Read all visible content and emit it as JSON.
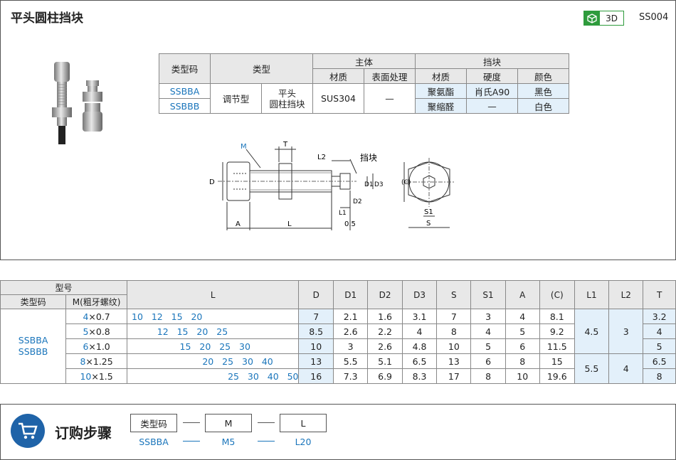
{
  "header": {
    "title": "平头圆柱挡块",
    "badge_3d": "3D",
    "code": "SS004"
  },
  "spec_table": {
    "h_typecode": "类型码",
    "h_type": "类型",
    "h_body": "主体",
    "h_stopper": "挡块",
    "h_material": "材质",
    "h_surface": "表面处理",
    "h_stopper_material": "材质",
    "h_hardness": "硬度",
    "h_color": "颜色",
    "type_adjust": "调节型",
    "type_desc": "平头\n圆柱挡块",
    "body_material": "SUS304",
    "surface": "—",
    "rows": [
      {
        "code": "SSBBA",
        "stopper_material": "聚氨酯",
        "hardness": "肖氏A90",
        "color": "黑色"
      },
      {
        "code": "SSBBB",
        "stopper_material": "聚缩醛",
        "hardness": "—",
        "color": "白色"
      }
    ]
  },
  "drawing_labels": {
    "m": "M",
    "t": "T",
    "l2": "L2",
    "stopper": "挡块",
    "d": "D",
    "d1": "D1",
    "d2": "D2",
    "d3": "D3",
    "l1": "L1",
    "a": "A",
    "l": "L",
    "half": "0.5",
    "c": "(C)",
    "s1": "S1",
    "s": "S"
  },
  "dim_table": {
    "h_model": "型号",
    "h_typecode": "类型码",
    "h_m": "M(粗牙螺纹)",
    "h_l": "L",
    "h_cols": [
      "D",
      "D1",
      "D2",
      "D3",
      "S",
      "S1",
      "A",
      "(C)",
      "L1",
      "L2",
      "T"
    ],
    "typecodes": "SSBBA\nSSBBB",
    "rows": [
      {
        "m": "4",
        "pitch": "×0.7",
        "l": "10   12   15   20",
        "D": "7",
        "D1": "2.1",
        "D2": "1.6",
        "D3": "3.1",
        "S": "7",
        "S1": "3",
        "A": "4",
        "C": "8.1",
        "T": "3.2"
      },
      {
        "m": "5",
        "pitch": "×0.8",
        "l": "         12   15   20   25",
        "D": "8.5",
        "D1": "2.6",
        "D2": "2.2",
        "D3": "4",
        "S": "8",
        "S1": "4",
        "A": "5",
        "C": "9.2",
        "T": "4"
      },
      {
        "m": "6",
        "pitch": "×1.0",
        "l": "                 15   20   25   30",
        "D": "10",
        "D1": "3",
        "D2": "2.6",
        "D3": "4.8",
        "S": "10",
        "S1": "5",
        "A": "6",
        "C": "11.5",
        "T": "5"
      },
      {
        "m": "8",
        "pitch": "×1.25",
        "l": "                         20   25   30   40",
        "D": "13",
        "D1": "5.5",
        "D2": "5.1",
        "D3": "6.5",
        "S": "13",
        "S1": "6",
        "A": "8",
        "C": "15",
        "T": "6.5"
      },
      {
        "m": "10",
        "pitch": "×1.5",
        "l": "                                  25   30   40   50",
        "D": "16",
        "D1": "7.3",
        "D2": "6.9",
        "D3": "8.3",
        "S": "17",
        "S1": "8",
        "A": "10",
        "C": "19.6",
        "T": "8"
      }
    ],
    "l1_a": "4.5",
    "l2_a": "3",
    "l1_b": "5.5",
    "l2_b": "4"
  },
  "order": {
    "title": "订购步骤",
    "boxes": [
      "类型码",
      "M",
      "L"
    ],
    "values": [
      "SSBBA",
      "M5",
      "L20"
    ],
    "dash": "—"
  }
}
